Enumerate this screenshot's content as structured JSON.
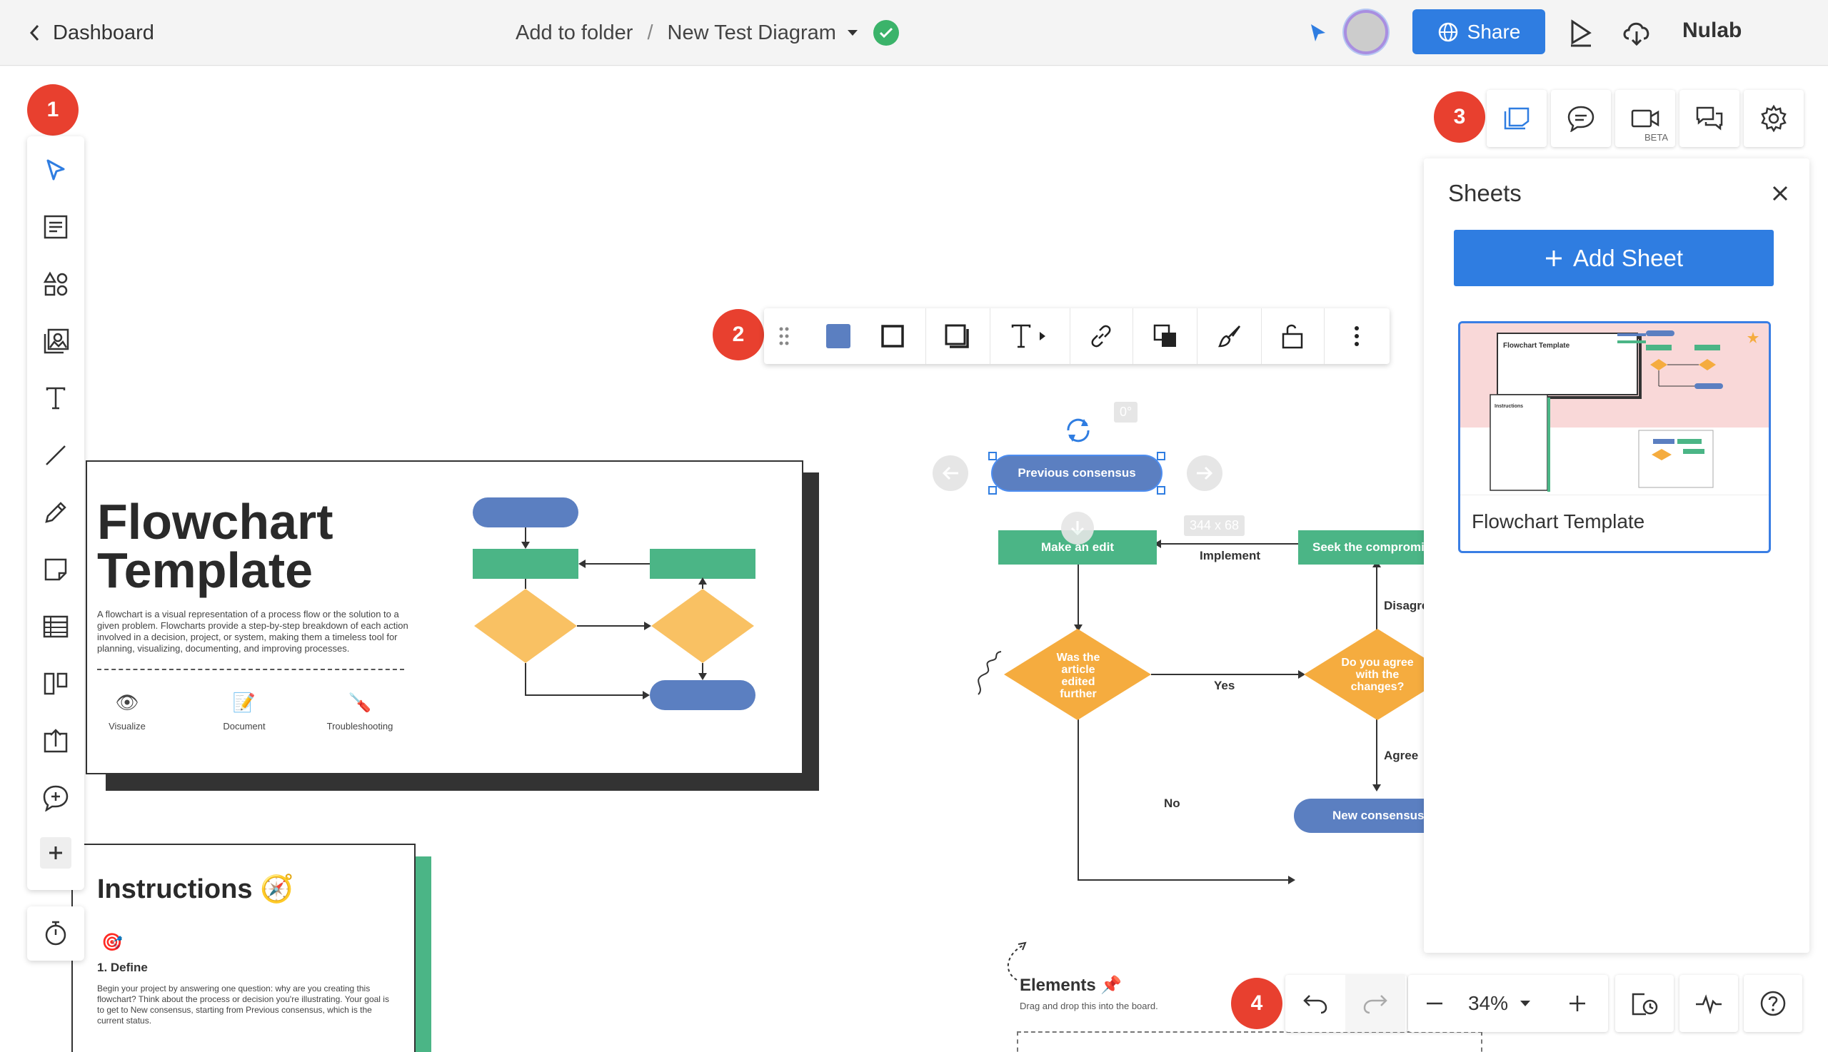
{
  "topbar": {
    "back_label": "Dashboard",
    "folder_label": "Add to folder",
    "separator": "/",
    "doc_title": "New Test Diagram",
    "share_label": "Share",
    "user_name": "Nulab"
  },
  "badges": {
    "b1": "1",
    "b2": "2",
    "b3": "3",
    "b4": "4"
  },
  "right_panel": {
    "beta_label": "BETA"
  },
  "sheets": {
    "title": "Sheets",
    "add_label": "Add Sheet",
    "items": [
      {
        "name": "Flowchart Template"
      }
    ],
    "thumb_title": "Flowchart Template",
    "thumb_instr": "Instructions"
  },
  "canvas": {
    "fc_title_line1": "Flowchart",
    "fc_title_line2": "Template",
    "fc_desc": "A flowchart is a visual representation of a process flow or the solution to a given problem. Flowcharts provide a step-by-step breakdown of each action involved in a decision, project, or system, making them a timeless tool for planning, visualizing, documenting, and improving processes.",
    "fc_icons": [
      "Visualize",
      "Document",
      "Troubleshooting"
    ],
    "instr_title": "Instructions",
    "instr_step": "1. Define",
    "instr_text": "Begin your project by answering one question: why are you creating this flowchart? Think about the process or decision you're illustrating. Your goal is to get to New consensus, starting from Previous consensus, which is the current status.",
    "flow": {
      "previous": "Previous consensus",
      "make_edit": "Make an edit",
      "seek": "Seek the compromise",
      "was_edited": "Was the article edited further",
      "do_you_agree": "Do you agree with the changes?",
      "new_consensus": "New consensus",
      "implement": "Implement",
      "disagree": "Disagree",
      "yes": "Yes",
      "agree": "Agree",
      "no": "No"
    },
    "rotation_label": "0°",
    "size_label": "344 x 68",
    "elements_title": "Elements",
    "elements_sub": "Drag and drop this into the board."
  },
  "zoom": {
    "value": "34%"
  },
  "colors": {
    "accent": "#2f7de1",
    "badge": "#e8402f",
    "green": "#4bb586",
    "blue_node": "#5b7fc1",
    "orange_node": "#f5ac3f"
  }
}
